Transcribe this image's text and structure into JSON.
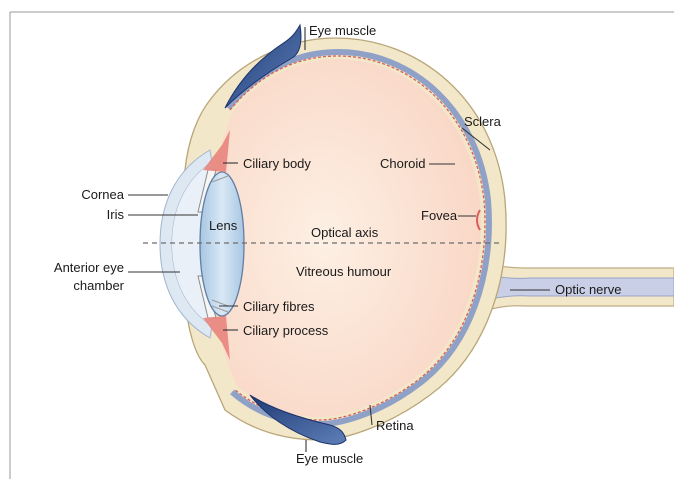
{
  "labels": {
    "eye_muscle_top": "Eye muscle",
    "sclera": "Sclera",
    "choroid": "Choroid",
    "ciliary_body": "Ciliary body",
    "cornea": "Cornea",
    "iris": "Iris",
    "lens": "Lens",
    "fovea": "Fovea",
    "optical_axis": "Optical axis",
    "anterior_eye_line1": "Anterior eye",
    "anterior_eye_line2": "chamber",
    "vitreous_humour": "Vitreous humour",
    "optic_nerve": "Optic nerve",
    "ciliary_fibres": "Ciliary fibres",
    "ciliary_process": "Ciliary process",
    "retina": "Retina",
    "eye_muscle_bottom": "Eye muscle"
  },
  "colors": {
    "sclera": "#f3e7c9",
    "vitreous": "#fbe0cf",
    "choroid": "#8fa1c6",
    "retina_red": "#d9605a",
    "lens": "#bcd5ea",
    "cornea": "#dde8f3",
    "muscle": "#2f4e8c",
    "ciliary": "#e8847c",
    "optic_nerve": "#c9cfe6"
  }
}
